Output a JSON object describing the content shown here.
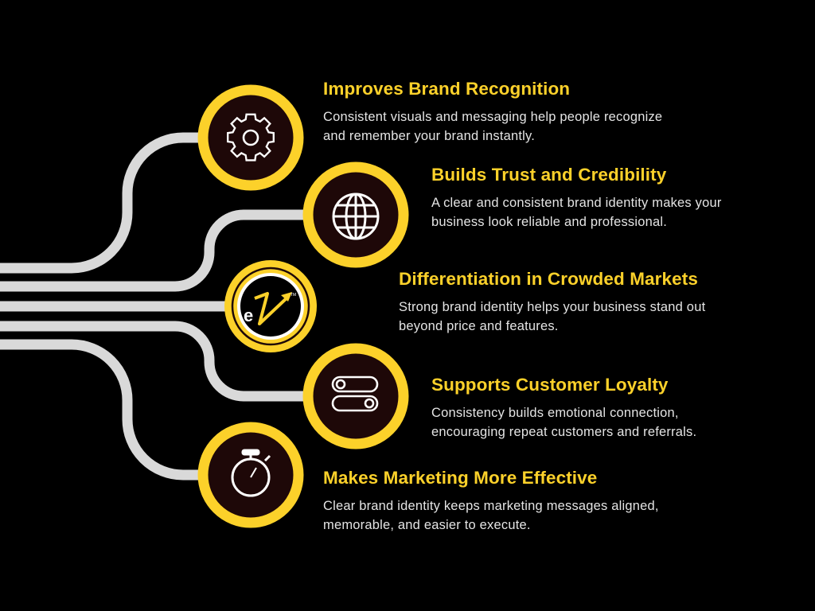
{
  "colors": {
    "accent": "#fcd12a",
    "connector": "#d9d9d9",
    "icon_bg": "#1e0808",
    "background": "#000000"
  },
  "logo": {
    "text": "eZ",
    "trademark": "TM"
  },
  "items": [
    {
      "icon": "gear-icon",
      "title": "Improves Brand Recognition",
      "desc_lines": [
        "Consistent visuals and messaging help people recognize",
        "and remember your brand instantly."
      ]
    },
    {
      "icon": "globe-icon",
      "title": "Builds Trust and Credibility",
      "desc_lines": [
        "A clear and consistent brand identity makes your",
        "business look reliable and professional."
      ]
    },
    {
      "icon": "logo-icon",
      "title": "Differentiation in Crowded Markets",
      "desc_lines": [
        "Strong brand identity helps your business stand out",
        "beyond price and features."
      ]
    },
    {
      "icon": "toggle-switches-icon",
      "title": "Supports Customer Loyalty",
      "desc_lines": [
        "Consistency builds emotional connection,",
        "encouraging repeat customers and referrals."
      ]
    },
    {
      "icon": "stopwatch-icon",
      "title": "Makes Marketing More Effective",
      "desc_lines": [
        "Clear brand identity keeps marketing messages aligned,",
        "memorable, and easier to execute."
      ]
    }
  ]
}
